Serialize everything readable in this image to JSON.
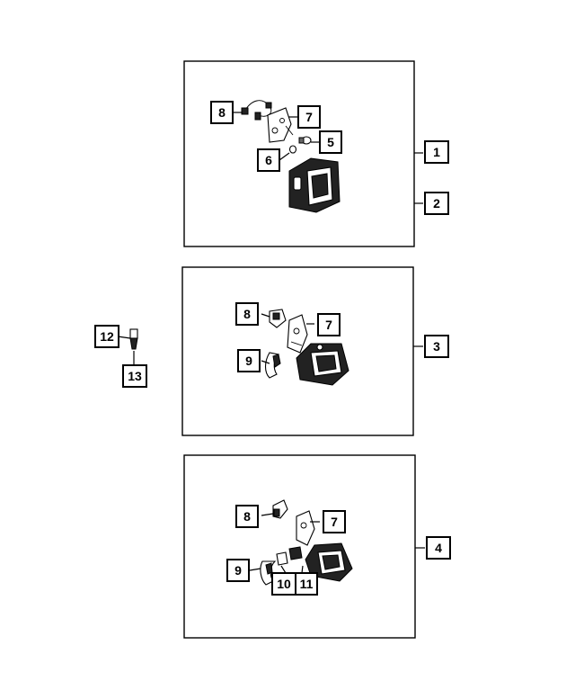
{
  "callouts": {
    "c1": "1",
    "c2": "2",
    "c3": "3",
    "c4": "4",
    "c5": "5",
    "c6": "6",
    "c7a": "7",
    "c7b": "7",
    "c7c": "7",
    "c8a": "8",
    "c8b": "8",
    "c8c": "8",
    "c9b": "9",
    "c9c": "9",
    "c10": "10",
    "c11": "11",
    "c12": "12",
    "c13": "13"
  }
}
